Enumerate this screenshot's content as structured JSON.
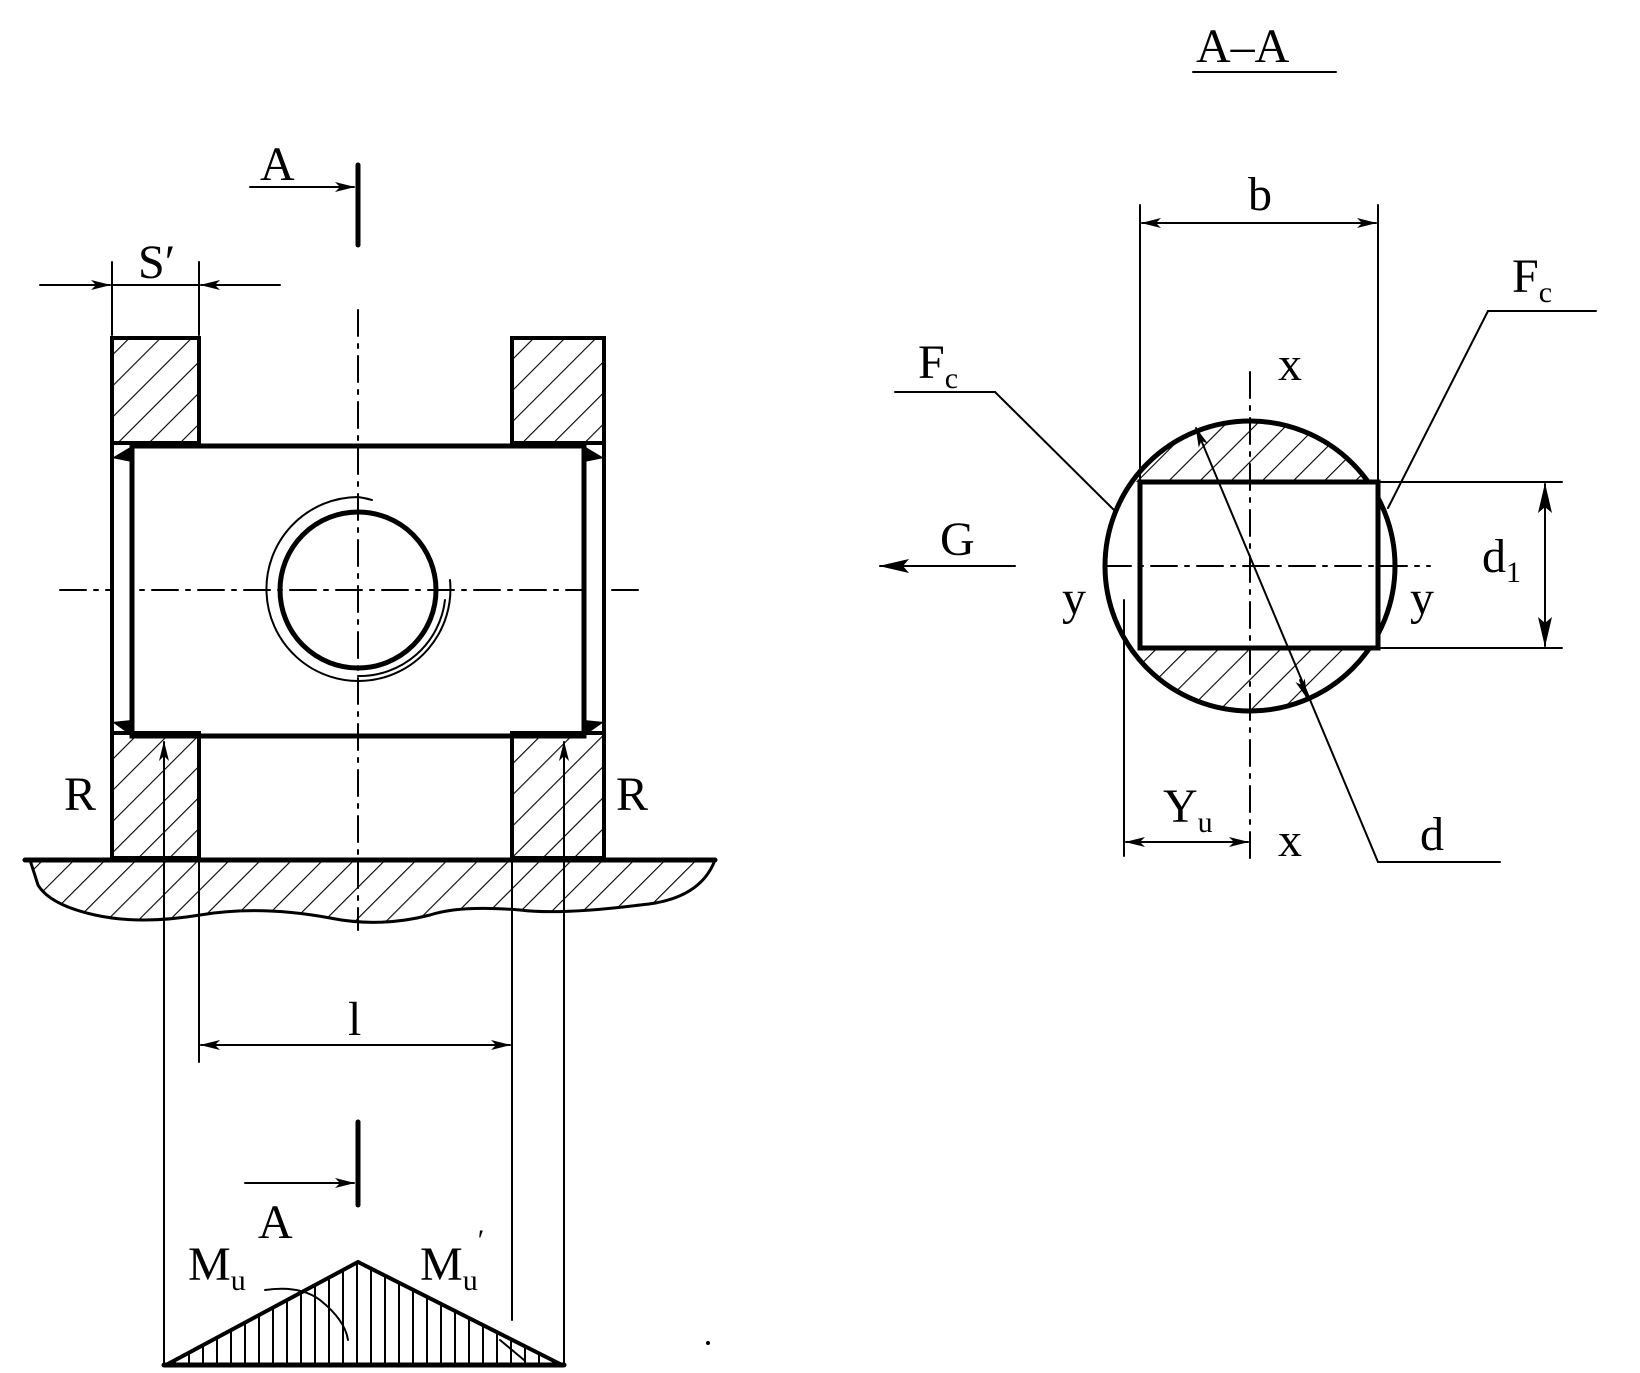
{
  "colors": {
    "ink": "#000000",
    "paper": "#ffffff"
  },
  "left_view": {
    "section_mark_top": "A",
    "section_mark_bottom": "A",
    "thickness_label": "S′",
    "reaction_left": "R",
    "reaction_right": "R",
    "span_label": "l",
    "moment_left": {
      "main": "M",
      "sub": "u"
    },
    "moment_right": {
      "main": "M",
      "sub": "u",
      "prime": "′"
    }
  },
  "section_view": {
    "title": "A–A",
    "width_label": "b",
    "fc_left": {
      "main": "F",
      "sub": "c"
    },
    "fc_right": {
      "main": "F",
      "sub": "c"
    },
    "axis_x_top": "x",
    "axis_x_bottom": "x",
    "axis_y_left": "y",
    "axis_y_right": "y",
    "force_label": "G",
    "d1_label": {
      "main": "d",
      "sub": "1"
    },
    "d_label": "d",
    "yu_label": {
      "main": "Y",
      "sub": "u"
    }
  }
}
